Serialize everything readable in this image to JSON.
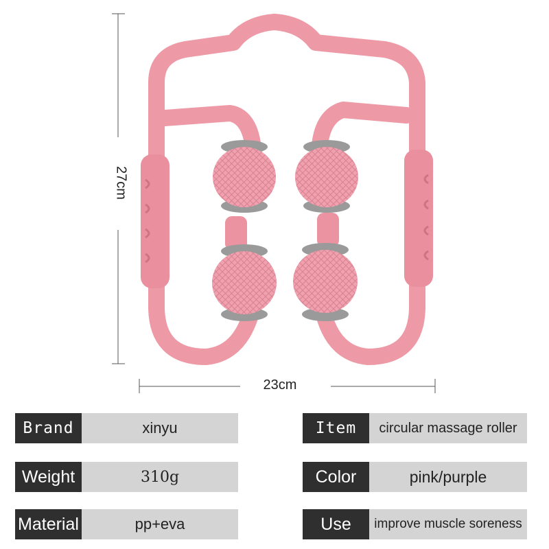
{
  "dimensions": {
    "height": "27cm",
    "width": "23cm"
  },
  "specs": {
    "brand": {
      "label": "Brand",
      "value": "xinyu"
    },
    "weight": {
      "label": "Weight",
      "value": "310g"
    },
    "material": {
      "label": "Material",
      "value": "pp+eva"
    },
    "item": {
      "label": "Item",
      "value": "circular massage roller"
    },
    "color": {
      "label": "Color",
      "value": "pink/purple"
    },
    "use": {
      "label": "Use",
      "value": "improve muscle soreness"
    }
  },
  "colors": {
    "product_pink": "#ee9aa6",
    "roller_pink": "#f2a2b0",
    "roller_cap_gray": "#9a9a9a",
    "key_bg": "#2f2f2f",
    "value_bg": "#d4d4d4"
  }
}
